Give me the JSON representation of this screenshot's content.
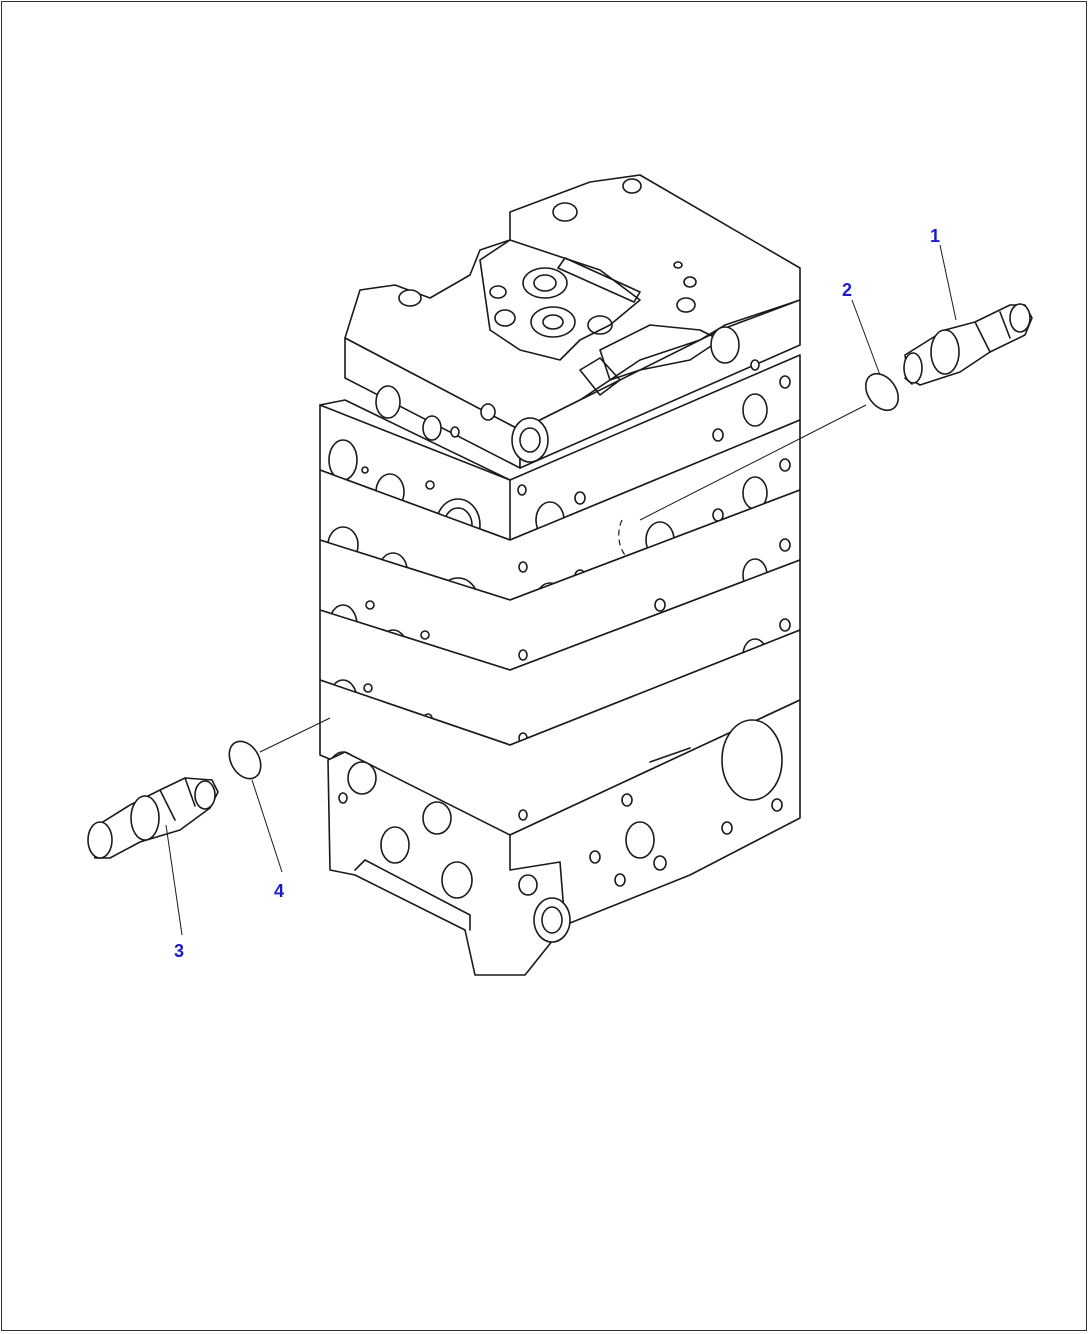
{
  "callouts": [
    {
      "id": "1",
      "label": "1"
    },
    {
      "id": "2",
      "label": "2"
    },
    {
      "id": "3",
      "label": "3"
    },
    {
      "id": "4",
      "label": "4"
    }
  ],
  "colors": {
    "callout": "#1a1acc",
    "line": "#1a1a1a",
    "background": "#ffffff"
  }
}
